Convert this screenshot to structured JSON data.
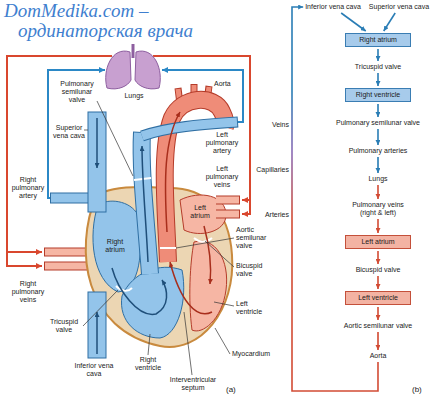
{
  "diagram": {
    "nodes": [
      {
        "text": [
          "Inferior vena cava"
        ]
      },
      {
        "text": [
          "Superior vena cava"
        ]
      },
      {
        "text": [
          "Right atrium"
        ]
      },
      {
        "text": [
          "Tricuspid valve"
        ]
      },
      {
        "text": [
          "Right ventricle"
        ]
      },
      {
        "text": [
          "Pulmonary semilunar valve"
        ]
      },
      {
        "text": [
          "Pulmonary arteries"
        ]
      },
      {
        "text": [
          "Lungs"
        ]
      },
      {
        "text": [
          "Pulmonary veins (right & left)"
        ]
      },
      {
        "text": [
          "Left atrium"
        ]
      },
      {
        "text": [
          "Bicuspid valve"
        ]
      },
      {
        "text": [
          "Left ventricle"
        ]
      },
      {
        "text": [
          "Aortic semilunar valve"
        ]
      },
      {
        "text": [
          "Aorta"
        ]
      }
    ],
    "edges": [
      {
        "from": 0,
        "to": 2,
        "arrow": "to"
      },
      {
        "from": 1,
        "to": 2,
        "arrow": "to"
      },
      {
        "from": 2,
        "to": 3,
        "arrow": "to"
      },
      {
        "from": 3,
        "to": 4,
        "arrow": "to"
      },
      {
        "from": 4,
        "to": 5,
        "arrow": "to"
      },
      {
        "from": 5,
        "to": 6,
        "arrow": "to"
      },
      {
        "from": 6,
        "to": 7,
        "arrow": "to"
      },
      {
        "from": 7,
        "to": 8,
        "arrow": "to"
      },
      {
        "from": 8,
        "to": 9,
        "arrow": "to"
      },
      {
        "from": 9,
        "to": 10,
        "arrow": "to"
      },
      {
        "from": 10,
        "to": 11,
        "arrow": "to"
      },
      {
        "from": 11,
        "to": 12,
        "arrow": "to"
      },
      {
        "from": 12,
        "to": 13,
        "arrow": "to"
      },
      {
        "from": 13,
        "to": 0,
        "arrow": "to"
      }
    ],
    "labels": [
      "DomMedika.com –",
      "ординаторская врача",
      "Lungs",
      "Pulmonary semilunar valve",
      "Aorta",
      "Left pulmonary artery",
      "Superior vena cava",
      "Left pulmonary veins",
      "Right pulmonary artery",
      "Left atrium",
      "Right atrium",
      "Aortic semilunar valve",
      "Bicuspid valve",
      "Right pulmonary veins",
      "Left ventricle",
      "Tricuspid valve",
      "Right ventricle",
      "Inferior vena cava",
      "Interventricular septum",
      "Myocardium",
      "(a)",
      "Veins",
      "Capillaries",
      "Arteries",
      "(b)"
    ]
  }
}
